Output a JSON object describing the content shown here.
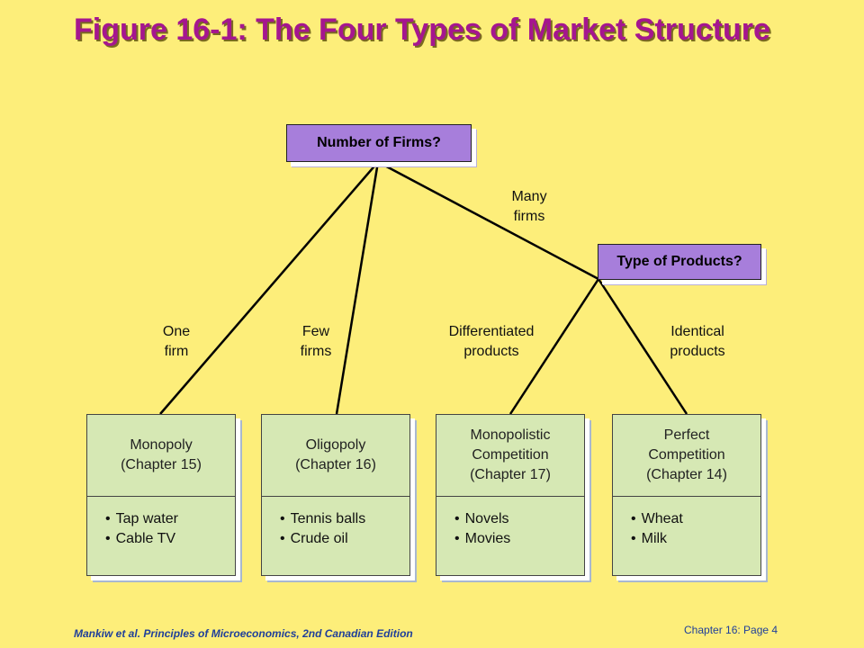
{
  "title": "Figure 16-1: The Four Types of Market Structure",
  "decision_nodes": {
    "number_of_firms": "Number of Firms?",
    "type_of_products": "Type of Products?"
  },
  "branch_labels": {
    "one_firm": "One\nfirm",
    "few_firms": "Few\nfirms",
    "many_firms": "Many\nfirms",
    "differentiated": "Differentiated\nproducts",
    "identical": "Identical\nproducts"
  },
  "market_types": [
    {
      "name_lines": [
        "",
        "Monopoly",
        "(Chapter 15)"
      ],
      "examples": [
        "Tap water",
        "Cable TV"
      ]
    },
    {
      "name_lines": [
        "",
        "Oligopoly",
        "(Chapter 16)"
      ],
      "examples": [
        "Tennis balls",
        "Crude oil"
      ]
    },
    {
      "name_lines": [
        "Monopolistic",
        "Competition",
        "(Chapter 17)"
      ],
      "examples": [
        "Novels",
        "Movies"
      ]
    },
    {
      "name_lines": [
        "Perfect",
        "Competition",
        "(Chapter 14)"
      ],
      "examples": [
        "Wheat",
        "Milk"
      ]
    }
  ],
  "footer": {
    "citation": "Mankiw et al. Principles of Microeconomics, 2nd Canadian Edition",
    "page": "Chapter 16: Page 4"
  },
  "colors": {
    "background": "#FDEE7A",
    "title": "#A5168F",
    "decision_fill": "#A77EDB",
    "card_fill": "#D6E8B4",
    "footer_text": "#1F3F9A"
  }
}
